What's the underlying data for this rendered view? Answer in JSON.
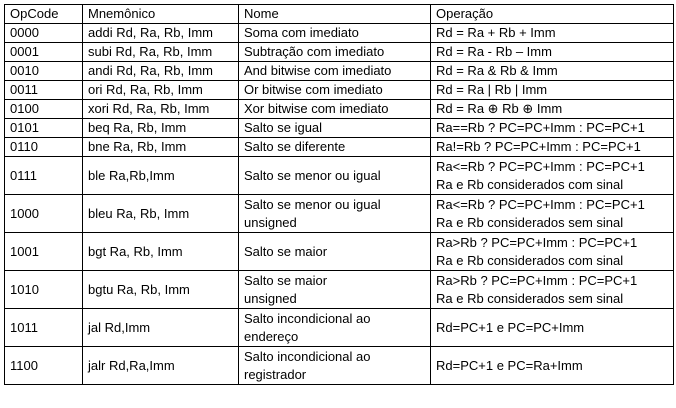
{
  "table": {
    "headers": [
      "OpCode",
      "Mnemônico",
      "Nome",
      "Operação"
    ],
    "rows": [
      {
        "opcode": "0000",
        "mnemonic": "addi Rd, Ra, Rb, Imm",
        "name": [
          "Soma com imediato"
        ],
        "operation": [
          "Rd = Ra + Rb + Imm"
        ]
      },
      {
        "opcode": "0001",
        "mnemonic": "subi Rd, Ra, Rb, Imm",
        "name": [
          "Subtração com imediato"
        ],
        "operation": [
          "Rd = Ra - Rb – Imm"
        ]
      },
      {
        "opcode": "0010",
        "mnemonic": "andi Rd, Ra, Rb, Imm",
        "name": [
          "And bitwise com imediato"
        ],
        "operation": [
          "Rd = Ra & Rb & Imm"
        ]
      },
      {
        "opcode": "0011",
        "mnemonic": "ori Rd, Ra, Rb, Imm",
        "name": [
          "Or bitwise com imediato"
        ],
        "operation": [
          "Rd = Ra | Rb | Imm"
        ]
      },
      {
        "opcode": "0100",
        "mnemonic": "xori Rd, Ra, Rb, Imm",
        "name": [
          "Xor bitwise com imediato"
        ],
        "operation": [
          "Rd = Ra ⊕ Rb ⊕ Imm"
        ]
      },
      {
        "opcode": "0101",
        "mnemonic": "beq Ra, Rb, Imm",
        "name": [
          "Salto se igual"
        ],
        "operation": [
          "Ra==Rb ? PC=PC+Imm : PC=PC+1"
        ]
      },
      {
        "opcode": "0110",
        "mnemonic": "bne Ra, Rb, Imm",
        "name": [
          "Salto se diferente"
        ],
        "operation": [
          "Ra!=Rb ? PC=PC+Imm : PC=PC+1"
        ]
      },
      {
        "opcode": "0111",
        "mnemonic": "ble Ra,Rb,Imm",
        "name": [
          "Salto se menor ou igual"
        ],
        "operation": [
          "Ra<=Rb ? PC=PC+Imm : PC=PC+1",
          "Ra e Rb considerados com  sinal"
        ]
      },
      {
        "opcode": "1000",
        "mnemonic": "bleu Ra, Rb, Imm",
        "name": [
          "Salto se menor ou igual",
          "unsigned"
        ],
        "operation": [
          "Ra<=Rb ? PC=PC+Imm : PC=PC+1",
          "Ra e Rb considerados sem  sinal"
        ]
      },
      {
        "opcode": "1001",
        "mnemonic": "bgt Ra, Rb, Imm",
        "name": [
          "Salto se maior"
        ],
        "operation": [
          "Ra>Rb ? PC=PC+Imm : PC=PC+1",
          "Ra e Rb considerados com  sinal"
        ]
      },
      {
        "opcode": "1010",
        "mnemonic": "bgtu Ra, Rb, Imm",
        "name": [
          "Salto se maior",
          "unsigned"
        ],
        "operation": [
          "Ra>Rb ? PC=PC+Imm : PC=PC+1",
          "Ra e Rb considerados sem  sinal"
        ]
      },
      {
        "opcode": "1011",
        "mnemonic": "jal Rd,Imm",
        "name": [
          "Salto incondicional ao",
          "endereço"
        ],
        "operation": [
          "Rd=PC+1 e PC=PC+Imm"
        ]
      },
      {
        "opcode": "1100",
        "mnemonic": "jalr Rd,Ra,Imm",
        "name": [
          "Salto incondicional ao",
          "registrador"
        ],
        "operation": [
          "Rd=PC+1  e  PC=Ra+Imm"
        ]
      }
    ]
  }
}
